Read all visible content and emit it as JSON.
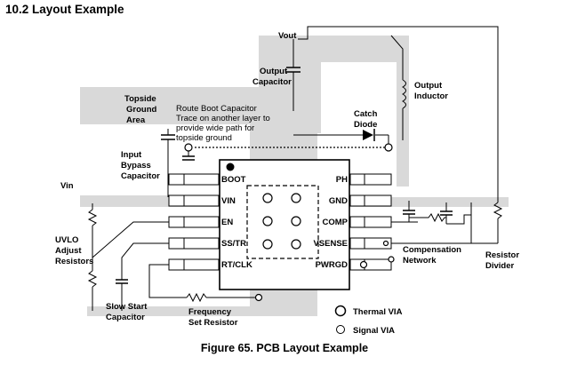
{
  "section_heading": "10.2  Layout Example",
  "figure_caption": "Figure 65.  PCB Layout Example",
  "labels": {
    "vout": "Vout",
    "output_capacitor": [
      "Output",
      "Capacitor"
    ],
    "output_inductor": [
      "Output",
      "Inductor"
    ],
    "topside_ground": [
      "Topside",
      "Ground",
      "Area"
    ],
    "route_boot_note": [
      "Route Boot Capacitor",
      "Trace on another layer to",
      "provide wide path for",
      "topside ground"
    ],
    "catch_diode": [
      "Catch",
      "Diode"
    ],
    "input_bypass": [
      "Input",
      "Bypass",
      "Capacitor"
    ],
    "vin": "Vin",
    "uvlo": [
      "UVLO",
      "Adjust",
      "Resistors"
    ],
    "compensation": [
      "Compensation",
      "Network"
    ],
    "resistor_divider": [
      "Resistor",
      "Divider"
    ],
    "slow_start": [
      "Slow Start",
      "Capacitor"
    ],
    "frequency": [
      "Frequency",
      "Set Resistor"
    ]
  },
  "pins_left": [
    "BOOT",
    "VIN",
    "EN",
    "SS/TR",
    "RT/CLK"
  ],
  "pins_right": [
    "PH",
    "GND",
    "COMP",
    "VSENSE",
    "PWRGD"
  ],
  "legend": {
    "thermal_via": "Thermal VIA",
    "signal_via": "Signal VIA"
  }
}
